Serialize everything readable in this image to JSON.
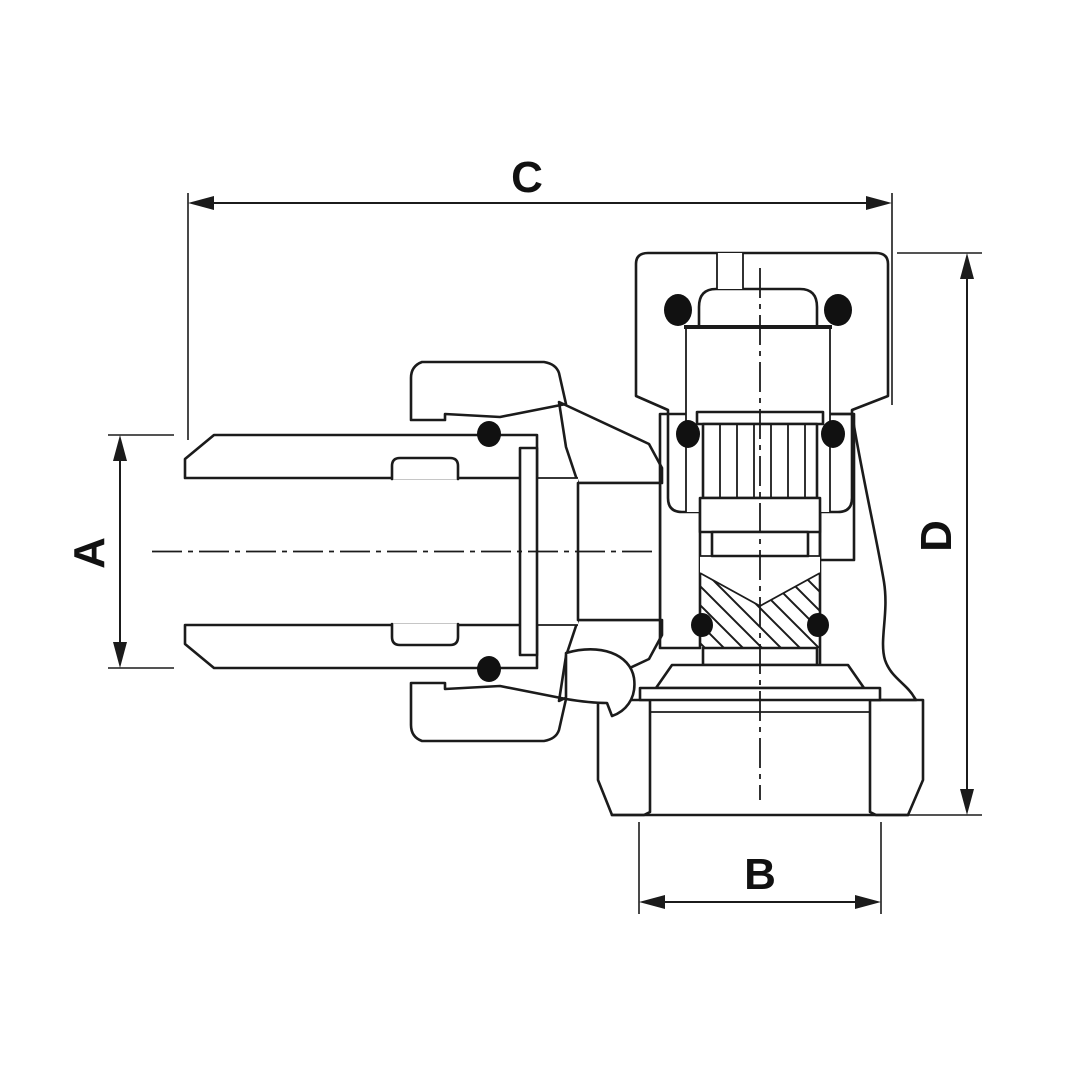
{
  "drawing": {
    "kind": "technical-cross-section",
    "line_color": "#1b1b1b",
    "background": "#ffffff",
    "oring_color": "#111111",
    "labels": {
      "dim_top_width": "C",
      "dim_right_height": "D",
      "dim_left_diameter": "A",
      "dim_bottom_width": "B"
    }
  }
}
